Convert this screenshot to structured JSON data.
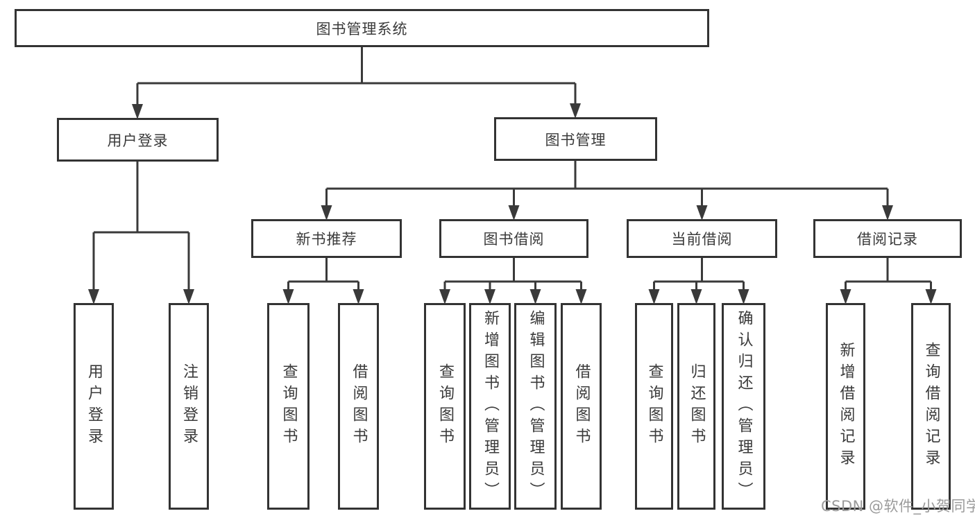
{
  "diagram_title": "图书管理系统",
  "nodes": {
    "root": "图书管理系统",
    "user_login": "用户登录",
    "book_mgmt": "图书管理",
    "new_book_rec": "新书推荐",
    "book_borrow": "图书借阅",
    "current_borrow": "当前借阅",
    "borrow_records": "借阅记录",
    "ul_login": "用户登录",
    "ul_logout": "注销登录",
    "nb_query": "查询图书",
    "nb_borrow": "借阅图书",
    "bb_query": "查询图书",
    "bb_add": "新增图书（管理员）",
    "bb_edit": "编辑图书（管理员）",
    "bb_borrow": "借阅图书",
    "cb_query": "查询图书",
    "cb_return": "归还图书",
    "cb_confirm": "确认归还（管理员）",
    "br_add": "新增借阅记录",
    "br_query": "查询借阅记录"
  },
  "hierarchy": {
    "root": [
      "user_login",
      "book_mgmt"
    ],
    "user_login": [
      "ul_login",
      "ul_logout"
    ],
    "book_mgmt": [
      "new_book_rec",
      "book_borrow",
      "current_borrow",
      "borrow_records"
    ],
    "new_book_rec": [
      "nb_query",
      "nb_borrow"
    ],
    "book_borrow": [
      "bb_query",
      "bb_add",
      "bb_edit",
      "bb_borrow"
    ],
    "current_borrow": [
      "cb_query",
      "cb_return",
      "cb_confirm"
    ],
    "borrow_records": [
      "br_add",
      "br_query"
    ]
  },
  "watermark": "CSDN @软件_小贺同学",
  "colors": {
    "line": "#3a3a3a",
    "border": "#333333",
    "text": "#3a3a3a",
    "watermark_text": "#9b9b9b",
    "background": "#ffffff"
  }
}
